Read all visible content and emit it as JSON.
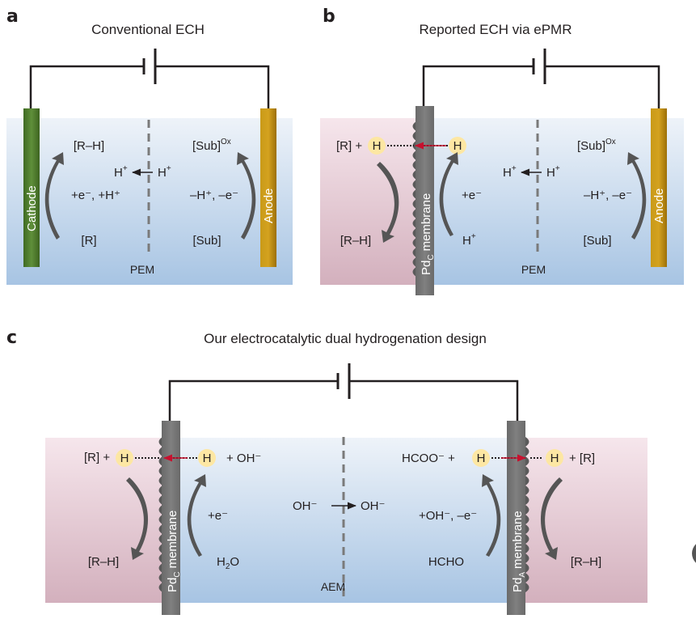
{
  "panels": {
    "a": {
      "letter": "a",
      "title": "Conventional ECH",
      "cathode": "Cathode",
      "anode": "Anode",
      "rh": "[R–H]",
      "r": "[R]",
      "sub_ox": "[Sub]",
      "ox_sup": "Ox",
      "sub": "[Sub]",
      "h": "H",
      "plus": "+",
      "reduction": "+e⁻, +H⁺",
      "oxidation": "–H⁺, –e⁻",
      "separator": "PEM"
    },
    "b": {
      "letter": "b",
      "title": "Reported ECH via ePMR",
      "membrane": "Pd",
      "membrane_sub": "C",
      "membrane_word": "membrane",
      "anode": "Anode",
      "r_plus": "[R] +",
      "h_atom": "H",
      "rh": "[R–H]",
      "sub_ox": "[Sub]",
      "ox_sup": "Ox",
      "sub": "[Sub]",
      "h": "H",
      "plus": "+",
      "reduction": "+e⁻",
      "oxidation": "–H⁺, –e⁻",
      "separator": "PEM"
    },
    "c": {
      "letter": "c",
      "title": "Our electrocatalytic dual hydrogenation design",
      "membrane": "Pd",
      "membrane_c_sub": "C",
      "membrane_a_sub": "A",
      "membrane_word": "membrane",
      "r_plus": "[R] +",
      "h_atom": "H",
      "oh_right": "+ OH⁻",
      "rh": "[R–H]",
      "reduction": "+e⁻",
      "h2o": "H",
      "h2o_sub": "2",
      "h2o_o": "O",
      "oh": "OH⁻",
      "hcoo": "HCOO⁻ +",
      "plus_r": "+ [R]",
      "oxidation": "+OH⁻, –e⁻",
      "hcho": "HCHO",
      "separator": "AEM"
    }
  },
  "colors": {
    "electrolyte_top": "#eaf1f8",
    "electrolyte_bottom": "#a9c5e4",
    "pink_region": "#e6c7d1",
    "cathode": "#4d7a2e",
    "anode": "#b8860b",
    "membrane": "#737373",
    "h_atom": "#fde7a3",
    "transfer_arrow": "#c8102e",
    "curve_arrow": "#555555"
  }
}
